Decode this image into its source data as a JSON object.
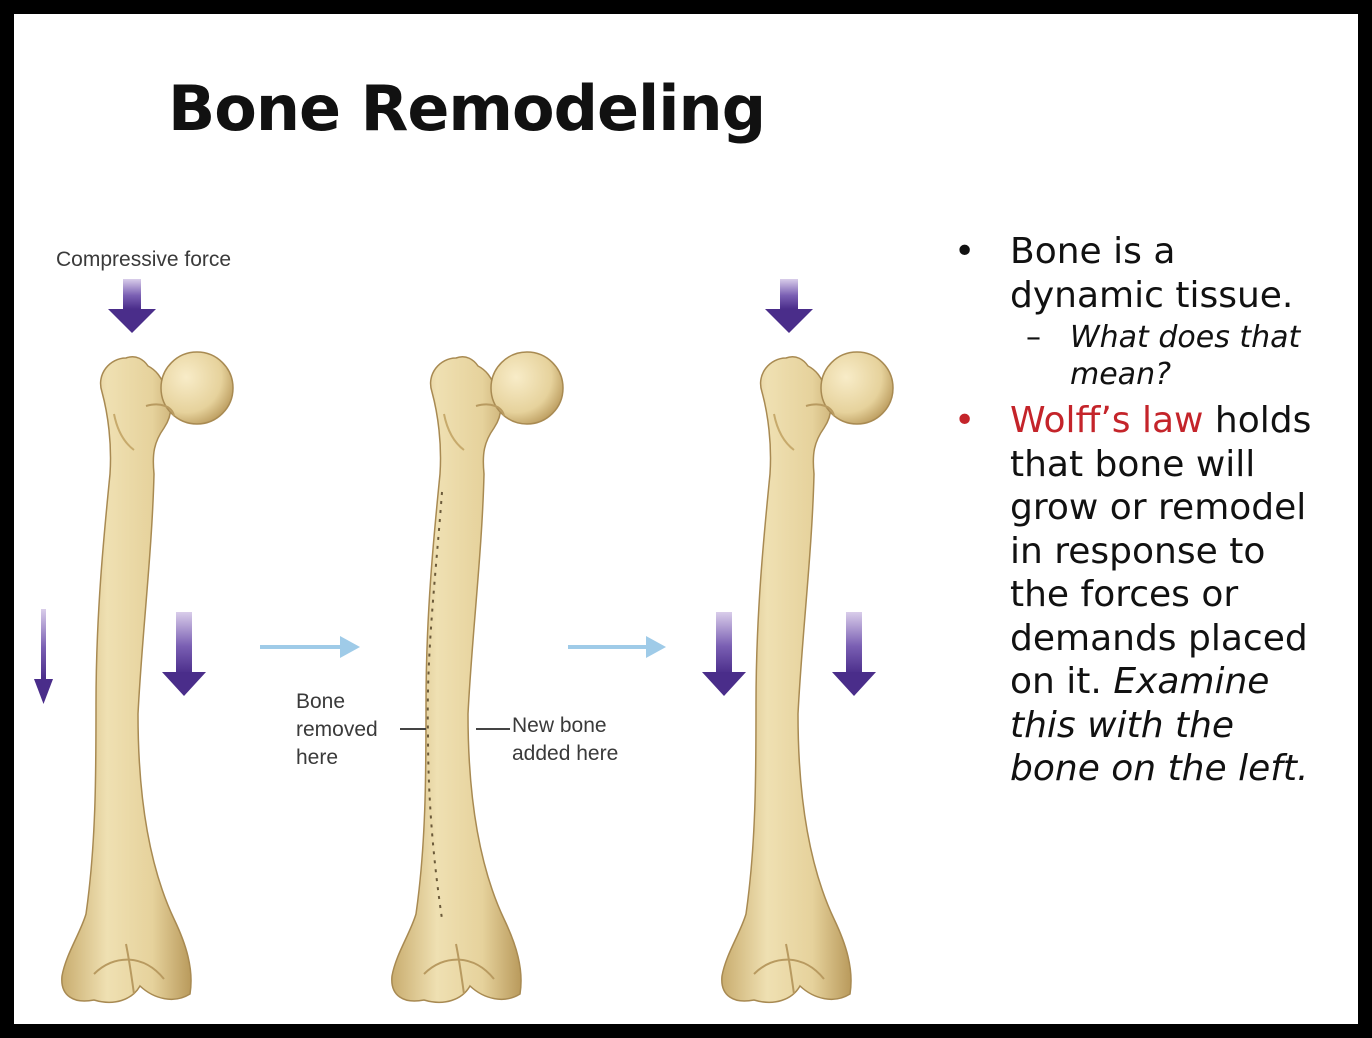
{
  "slide": {
    "title": "Bone Remodeling"
  },
  "diagram": {
    "compressive_force_label": "Compressive force",
    "bone_removed_label": [
      "Bone",
      "removed",
      "here"
    ],
    "new_bone_label": [
      "New bone",
      "added here"
    ],
    "arrow_color": "#5b3a97",
    "flow_arrow_color": "#9fcbe8",
    "bone_color": "#e8d6a2"
  },
  "bullets": {
    "item1": "Bone is a dynamic tissue.",
    "item1_sub": "What does that mean?",
    "item2_term": "Wolff’s law",
    "item2_text": "holds that bone will grow or remodel in response to the forces or demands placed on it.",
    "item2_italic": "Examine this with the bone on the left.",
    "term_color": "#c4242a"
  }
}
